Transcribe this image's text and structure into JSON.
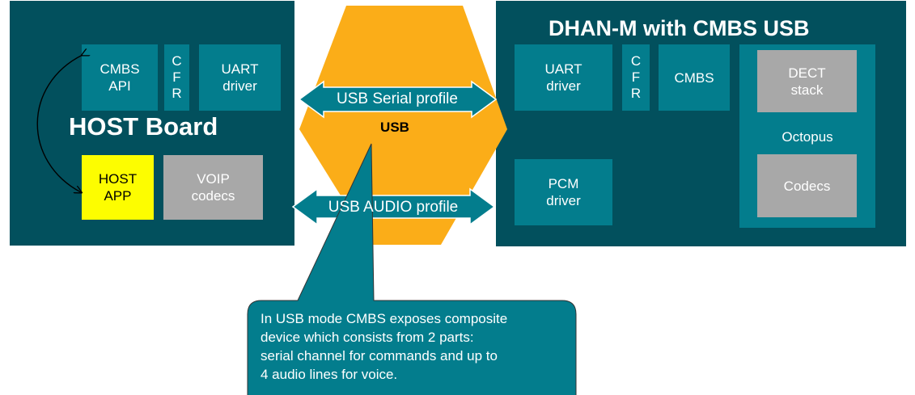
{
  "host_board": {
    "title": "HOST Board",
    "cmbs_api": "CMBS\nAPI",
    "cfr": [
      "C",
      "F",
      "R"
    ],
    "uart_driver": "UART\ndriver",
    "host_app": "HOST\nAPP",
    "voip_codecs": "VOIP\ncodecs"
  },
  "usb": {
    "label": "USB",
    "serial_profile": "USB Serial profile",
    "audio_profile": "USB AUDIO profile"
  },
  "dhan": {
    "title": "DHAN-M with CMBS USB",
    "uart_driver": "UART\ndriver",
    "cfr": [
      "C",
      "F",
      "R"
    ],
    "cmbs": "CMBS",
    "dect_stack": "DECT\nstack",
    "octopus": "Octopus",
    "codecs": "Codecs",
    "pcm_driver": "PCM\ndriver"
  },
  "callout": {
    "text": "In USB mode CMBS exposes composite\ndevice which consists from 2 parts:\nserial channel for commands and up to\n4 audio lines for voice."
  },
  "colors": {
    "board": "#02505d",
    "box": "#037d8d",
    "usb_shape": "#fbad18",
    "gray": "#a8a8a8",
    "host_app": "#fdfd00"
  }
}
